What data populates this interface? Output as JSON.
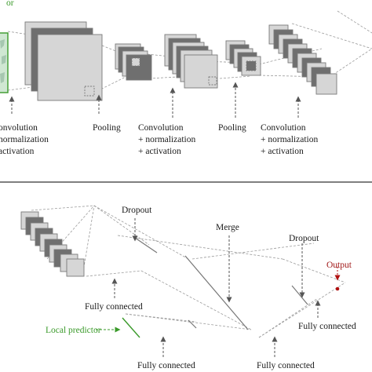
{
  "colors": {
    "map_fill": "#cfe7d2",
    "green": "#3a9a2a",
    "output_red": "#b01010",
    "dark_map": "#6f6f6f",
    "light_map": "#d6d6d6",
    "border": "#7a7a7a"
  },
  "top_panel": {
    "corner_text": "or",
    "conv1_label": [
      "onvolution",
      "normalization",
      "activation"
    ],
    "pool1_label": "Pooling",
    "conv2_label": [
      "Convolution",
      "+ normalization",
      "+ activation"
    ],
    "pool2_label": "Pooling",
    "conv3_label": [
      "Convolution",
      "+ normalization",
      "+ activation"
    ]
  },
  "bottom_panel": {
    "dropout1_label": "Dropout",
    "merge_label": "Merge",
    "dropout2_label": "Dropout",
    "output_label": "Output",
    "fc1_label": "Fully connected",
    "local_predictor_label": "Local predictor",
    "fc2_label": "Fully connected",
    "fc3_label": "Fully connected",
    "fc4_label": "Fully connected"
  }
}
